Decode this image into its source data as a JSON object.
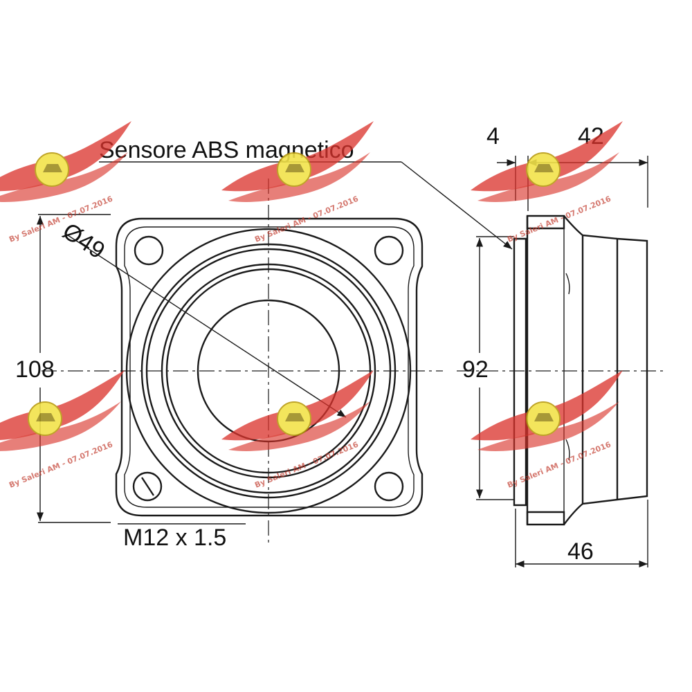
{
  "labels": {
    "abs_sensor": "Sensore ABS magnetico",
    "thread": "M12 x 1.5",
    "bore_diameter": "Ø49"
  },
  "dimensions": {
    "flange_height": "108",
    "pilot_diameter": "92",
    "flange_thickness": "4",
    "body_length": "42",
    "total_length": "46"
  },
  "watermark": {
    "text": "By Saleri AM - 07.07.2016",
    "colors": {
      "wing": "#d9332b",
      "badge": "#f2e24a"
    },
    "icon": "winged-badge-logo"
  },
  "colors": {
    "line": "#1a1a1a",
    "background": "#ffffff"
  }
}
